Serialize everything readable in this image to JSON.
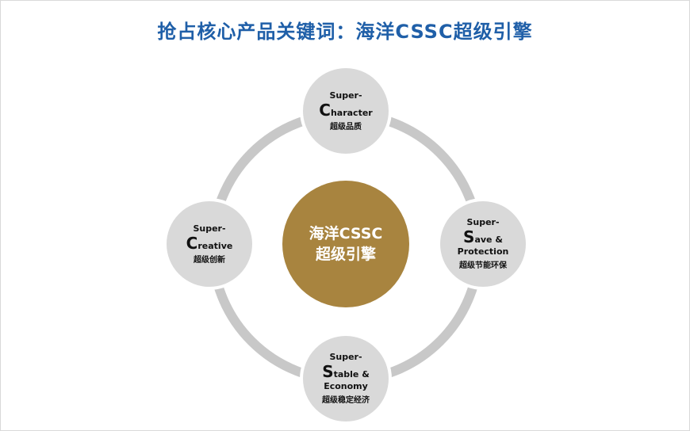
{
  "title": "抢占核心产品关键词：海洋CSSC超级引擎",
  "center": {
    "line1": "海洋CSSC",
    "line2": "超级引擎"
  },
  "nodes": {
    "top": {
      "prefix": "Super-",
      "cap": "C",
      "rest": "haracter",
      "extra": "",
      "cn": "超级品质"
    },
    "right": {
      "prefix": "Super-",
      "cap": "S",
      "rest": "ave &",
      "extra": "Protection",
      "cn": "超级节能环保"
    },
    "bottom": {
      "prefix": "Super-",
      "cap": "S",
      "rest": "table &",
      "extra": "Economy",
      "cn": "超级稳定经济"
    },
    "left": {
      "prefix": "Super-",
      "cap": "C",
      "rest": "reative",
      "extra": "",
      "cn": "超级创新"
    }
  },
  "colors": {
    "title": "#1f5fa8",
    "center": "#a8843f",
    "ring": "#c8c8c8",
    "node": "#d9d9d9"
  }
}
